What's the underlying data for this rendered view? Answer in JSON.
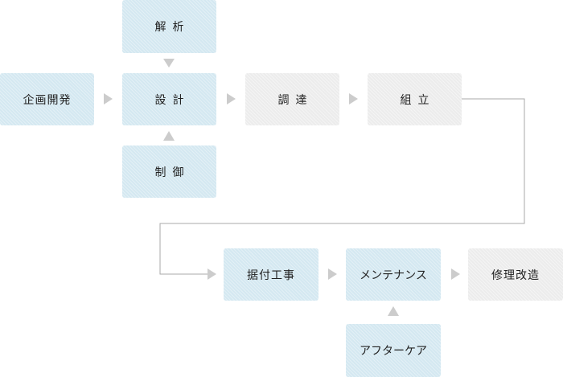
{
  "nodes": {
    "kaiseki": {
      "label": "解析",
      "color": "#d4e8f1"
    },
    "kikaku": {
      "label": "企画開発",
      "color": "#d4e8f1"
    },
    "sekkei": {
      "label": "設計",
      "color": "#d4e8f1"
    },
    "chotatsu": {
      "label": "調達",
      "color": "#ececec"
    },
    "kumitate": {
      "label": "組立",
      "color": "#ececec"
    },
    "seigyo": {
      "label": "制御",
      "color": "#d4e8f1"
    },
    "suetsuke": {
      "label": "据付工事",
      "color": "#d4e8f1"
    },
    "maintenance": {
      "label": "メンテナンス",
      "color": "#d4e8f1"
    },
    "shuri": {
      "label": "修理改造",
      "color": "#ececec"
    },
    "aftercare": {
      "label": "アフターケア",
      "color": "#d4e8f1"
    }
  },
  "colors": {
    "arrow": "#cccccc",
    "connector": "#aaaaaa"
  }
}
